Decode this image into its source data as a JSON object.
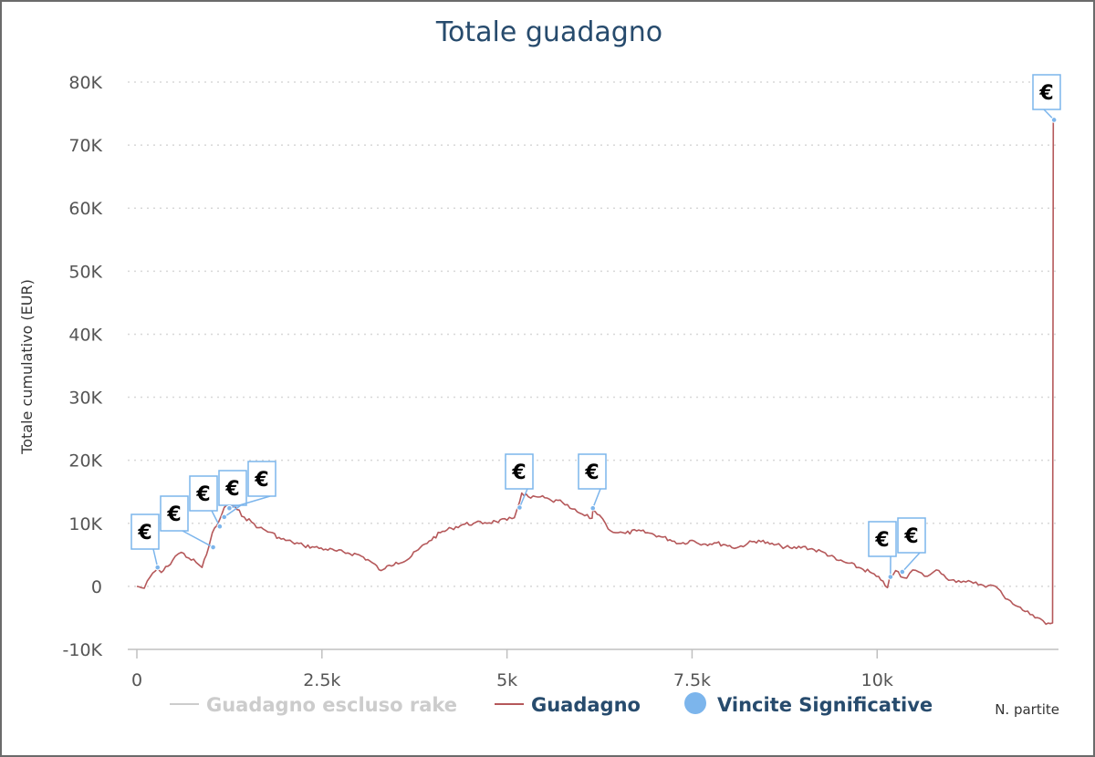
{
  "chart_data": {
    "type": "line",
    "title": "Totale guadagno",
    "xlabel": "N. partite",
    "ylabel": "Totale cumulativo (EUR)",
    "xlim": [
      0,
      12450
    ],
    "ylim": [
      -10000,
      80000
    ],
    "y_ticks": [
      {
        "value": -10000,
        "label": "-10K"
      },
      {
        "value": 0,
        "label": "0"
      },
      {
        "value": 10000,
        "label": "10K"
      },
      {
        "value": 20000,
        "label": "20K"
      },
      {
        "value": 30000,
        "label": "30K"
      },
      {
        "value": 40000,
        "label": "40K"
      },
      {
        "value": 50000,
        "label": "50K"
      },
      {
        "value": 60000,
        "label": "60K"
      },
      {
        "value": 70000,
        "label": "70K"
      },
      {
        "value": 80000,
        "label": "80K"
      }
    ],
    "x_ticks": [
      {
        "value": 0,
        "label": "0"
      },
      {
        "value": 2500,
        "label": "2.5k"
      },
      {
        "value": 5000,
        "label": "5k"
      },
      {
        "value": 7500,
        "label": "7.5k"
      },
      {
        "value": 10000,
        "label": "10k"
      }
    ],
    "grid": "horizontal-dotted",
    "legend": {
      "position": "bottom",
      "items": [
        {
          "name": "Guadagno escluso rake",
          "color": "#cccccc",
          "marker": "line",
          "disabled": true
        },
        {
          "name": "Guadagno",
          "color": "#b5585a",
          "marker": "line",
          "disabled": false
        },
        {
          "name": "Vincite Significative",
          "color": "#7cb5ec",
          "marker": "circle",
          "disabled": false
        }
      ]
    },
    "series": [
      {
        "name": "Guadagno",
        "color": "#b5585a",
        "x": [
          0,
          100,
          180,
          280,
          330,
          420,
          520,
          600,
          700,
          800,
          880,
          970,
          1020,
          1080,
          1140,
          1180,
          1230,
          1290,
          1350,
          1450,
          1550,
          1650,
          1800,
          1950,
          2100,
          2250,
          2400,
          2550,
          2700,
          2850,
          3000,
          3150,
          3300,
          3350,
          3500,
          3650,
          3800,
          3950,
          4100,
          4250,
          4400,
          4550,
          4700,
          4850,
          5000,
          5100,
          5140,
          5200,
          5320,
          5450,
          5600,
          5750,
          5850,
          5950,
          6050,
          6150,
          6160,
          6250,
          6330,
          6400,
          6500,
          6600,
          6750,
          6900,
          7050,
          7200,
          7350,
          7500,
          7650,
          7800,
          7950,
          8100,
          8250,
          8400,
          8550,
          8700,
          8850,
          9000,
          9150,
          9300,
          9450,
          9600,
          9750,
          9900,
          10050,
          10140,
          10170,
          10250,
          10320,
          10400,
          10480,
          10560,
          10640,
          10720,
          10800,
          10900,
          11000,
          11100,
          11200,
          11300,
          11400,
          11500,
          11600,
          11700,
          11800,
          11900,
          12000,
          12100,
          12200,
          12280,
          12370,
          12380,
          12385,
          12390,
          12400
        ],
        "values": [
          0,
          -300,
          1500,
          2800,
          2200,
          3200,
          4800,
          5400,
          4500,
          3800,
          3000,
          6200,
          8500,
          9600,
          11200,
          12500,
          13100,
          12800,
          12200,
          11000,
          10200,
          9300,
          8600,
          7500,
          7000,
          6500,
          6200,
          5900,
          5600,
          5300,
          5000,
          4000,
          2500,
          2800,
          3800,
          4200,
          5800,
          7200,
          8500,
          9200,
          9800,
          10000,
          10100,
          10300,
          10500,
          10900,
          12400,
          14800,
          14000,
          14200,
          13600,
          13300,
          12400,
          11800,
          11200,
          10800,
          12100,
          11300,
          10000,
          8800,
          8500,
          8400,
          8800,
          8500,
          8000,
          7400,
          6800,
          7300,
          6700,
          6900,
          6600,
          6100,
          6800,
          7300,
          6700,
          6400,
          6000,
          6300,
          5800,
          5300,
          4200,
          3700,
          3000,
          2300,
          1000,
          -200,
          1400,
          2500,
          1500,
          1300,
          2600,
          2300,
          1600,
          1900,
          2600,
          1800,
          1000,
          900,
          700,
          500,
          300,
          100,
          0,
          -1400,
          -2300,
          -3200,
          -4000,
          -4500,
          -5100,
          -6000,
          -5800,
          74000,
          74200,
          73800,
          74100
        ]
      },
      {
        "name": "Vincite Significative",
        "color": "#7cb5ec",
        "type": "flags",
        "annotation": "€",
        "x": [
          280,
          1030,
          1120,
          1180,
          1250,
          5170,
          6160,
          10180,
          10340,
          12390
        ],
        "values": [
          3000,
          6200,
          9500,
          11000,
          12400,
          12500,
          12400,
          1500,
          2300,
          74000
        ],
        "labels": [
          "€",
          "€",
          "€",
          "€",
          "€",
          "€",
          "€",
          "€",
          "€",
          "€"
        ]
      }
    ]
  }
}
